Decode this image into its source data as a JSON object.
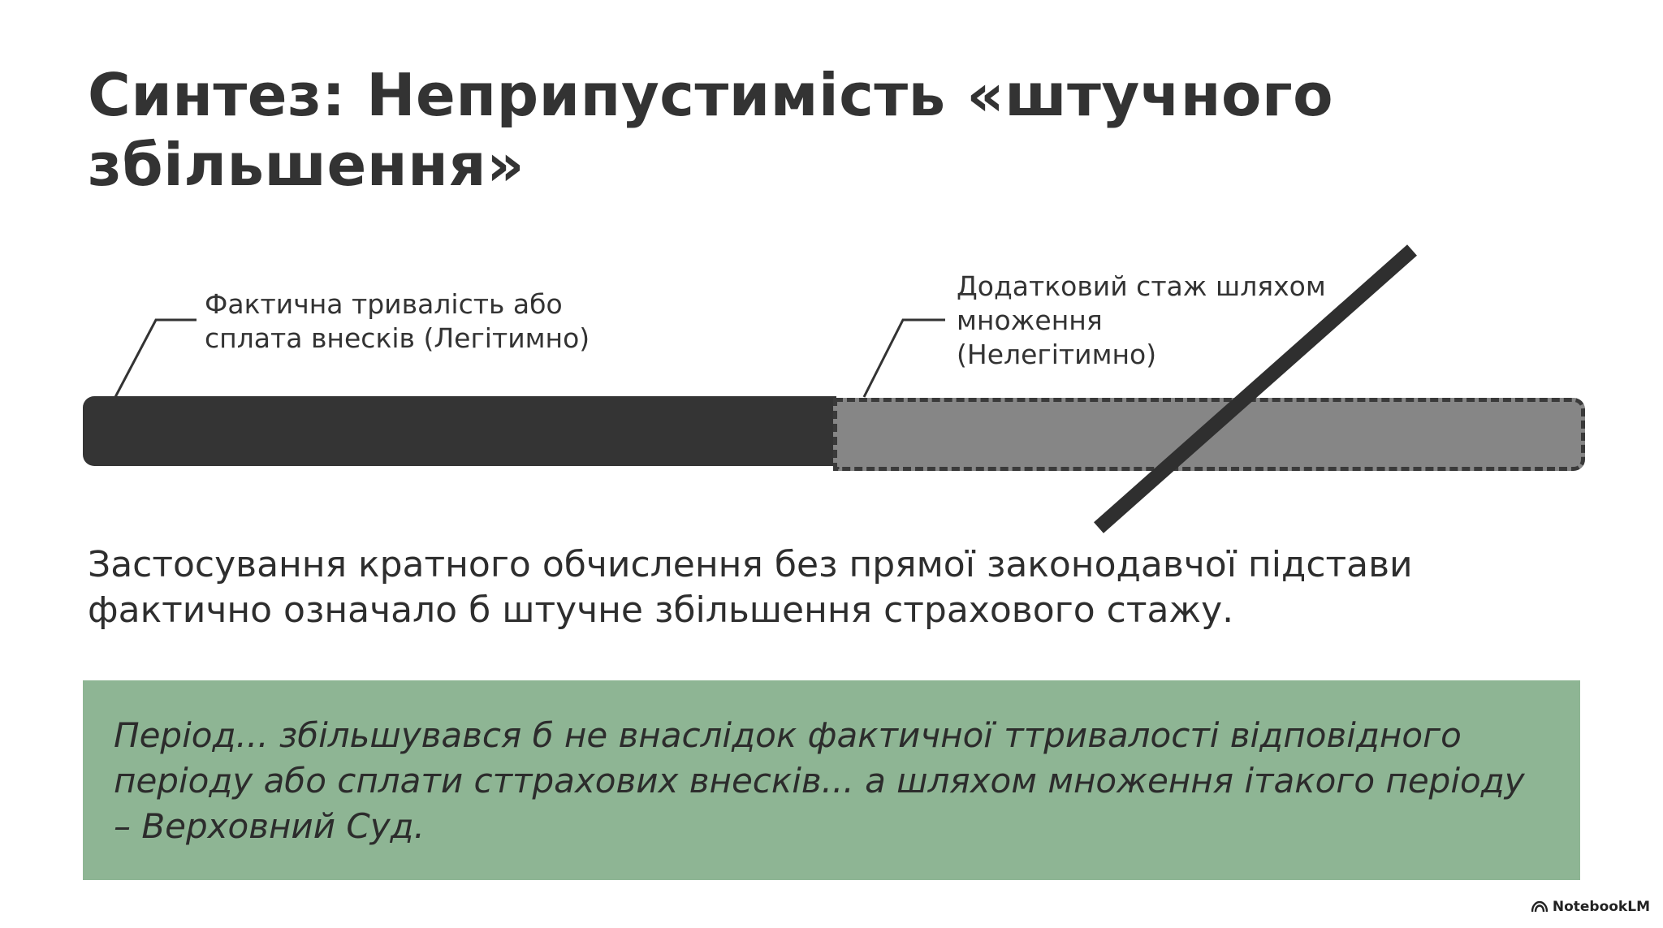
{
  "slide": {
    "title": "Синтез: Неприпустимість «штучного збільшення»",
    "diagram": {
      "legit_label_line1": "Фактична тривалість або",
      "legit_label_line2": "сплата внесків (Легітимно)",
      "illegit_label_line1": "Додатковий стаж шляхом",
      "illegit_label_line2": "множення",
      "illegit_label_line3": "(Нелегітимно)",
      "legit_color": "#343434",
      "illegit_color": "#868686",
      "strike_color": "#2f2f2f"
    },
    "statement": "Застосування кратного обчислення без прямої законодавчої підстави фактично означало б штучне збільшення страхового стажу.",
    "quote": {
      "text": "Період... збільшувався б не внаслідок фактичної ттривалості відповідного періоду або сплати сттрахових внесків... а шляхом множення ітакого періоду – Верховний Суд.",
      "background": "#8eb594"
    }
  },
  "branding": {
    "name": "NotebookLM",
    "icon": "notebooklm-logo-icon"
  }
}
